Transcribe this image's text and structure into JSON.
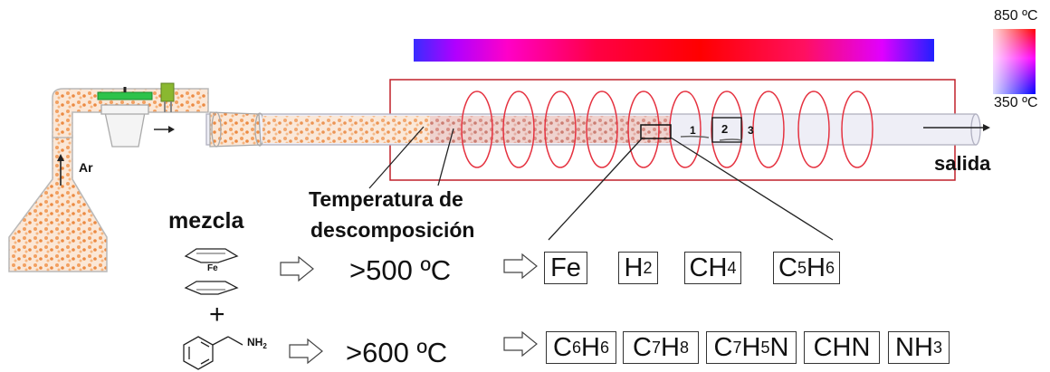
{
  "colorbar": {
    "max_label": "850 ºC",
    "min_label": "350 ºC",
    "colors": {
      "hot": "#ff0000",
      "mid": "#ff00ff",
      "cold": "#0000ff"
    }
  },
  "labels": {
    "ar": "Ar",
    "salida": "salida",
    "temp_line1": "Temperatura de",
    "temp_line2": "descomposición",
    "mezcla": "mezcla",
    "fe_atom": "Fe",
    "nh2": "NH",
    "nh2_sub": "2",
    "plus": "+",
    "zone_1": "1",
    "zone_2": "2",
    "zone_3": "3"
  },
  "row1": {
    "temp": ">500 ºC",
    "products": [
      {
        "main": "Fe"
      },
      {
        "main": "H",
        "sub": "2"
      },
      {
        "main": "CH",
        "sub": "4"
      },
      {
        "parts": [
          [
            "C",
            "5"
          ],
          [
            "H",
            "6"
          ]
        ]
      }
    ]
  },
  "row2": {
    "temp": ">600 ºC",
    "products": [
      {
        "parts": [
          [
            "C",
            "6"
          ],
          [
            "H",
            "6"
          ]
        ]
      },
      {
        "parts": [
          [
            "C",
            "7"
          ],
          [
            "H",
            "8"
          ]
        ]
      },
      {
        "parts": [
          [
            "C",
            "7"
          ],
          [
            "H",
            "5"
          ],
          [
            "N",
            ""
          ]
        ]
      },
      {
        "main": "CHN"
      },
      {
        "parts": [
          [
            "NH",
            "3"
          ]
        ]
      }
    ]
  },
  "icons": {
    "arrows": "hollow-right-arrow",
    "stopcock": "stopcock-valve-icon"
  }
}
